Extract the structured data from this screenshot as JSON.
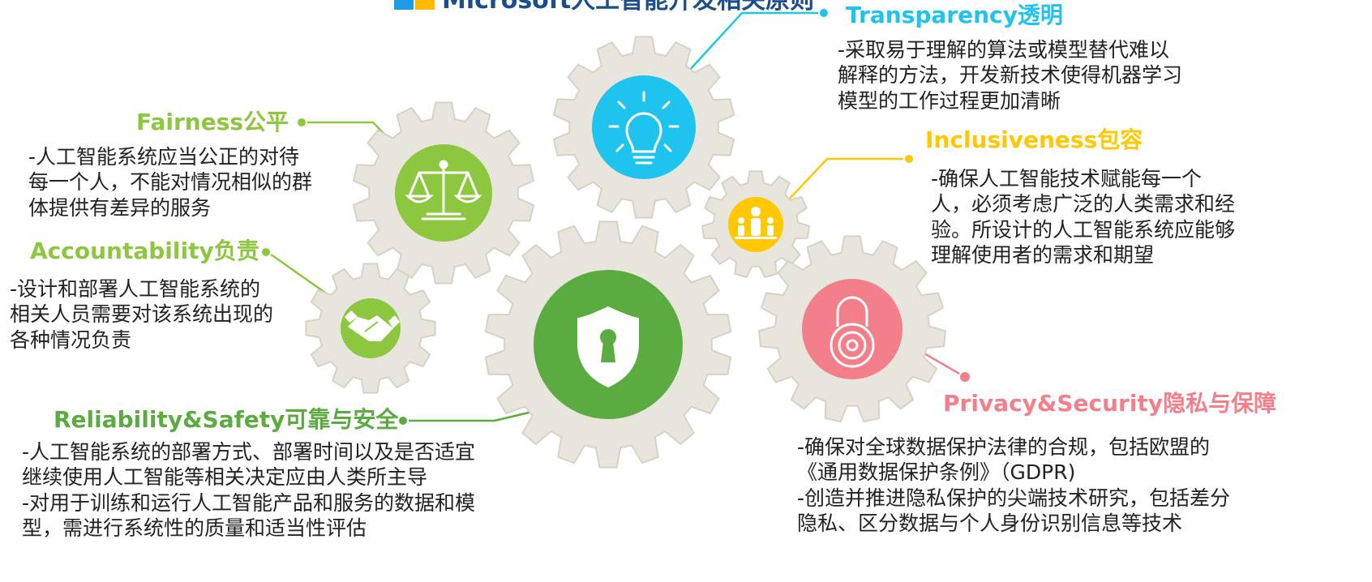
{
  "title": "Microsoft人工智能开发相关原则",
  "colors": {
    "gear": "#e8e5dd",
    "gear_edge": "#d6d2c7",
    "fairness": "#8dc63f",
    "transparency": "#1ec4ee",
    "inclusiveness": "#ffc800",
    "accountability": "#8dc63f",
    "reliability": "#5aab40",
    "privacy": "#f27f8a"
  },
  "principles": {
    "transparency": {
      "label": "Transparency透明",
      "desc": "-采取易于理解的算法或模型替代难以\n解释的方法，开发新技术使得机器学习\n模型的工作过程更加清晰",
      "icon": "lightbulb-icon"
    },
    "fairness": {
      "label": "Fairness公平",
      "desc": "-人工智能系统应当公正的对待\n每一个人，不能对情况相似的群\n体提供有差异的服务",
      "icon": "balance-scale-icon"
    },
    "inclusiveness": {
      "label": "Inclusiveness包容",
      "desc": "-确保人工智能技术赋能每一个\n人，必须考虑广泛的人类需求和经\n验。所设计的人工智能系统应能够\n理解使用者的需求和期望",
      "icon": "people-icon"
    },
    "accountability": {
      "label": "Accountability负责",
      "desc": "-设计和部署人工智能系统的\n相关人员需要对该系统出现的\n各种情况负责",
      "icon": "handshake-icon"
    },
    "reliability": {
      "label": "Reliability&Safety可靠与安全",
      "desc": "-人工智能系统的部署方式、部署时间以及是否适宜\n继续使用人工智能等相关决定应由人类所主导\n-对用于训练和运行人工智能产品和服务的数据和模\n型，需进行系统性的质量和适当性评估",
      "icon": "shield-keyhole-icon"
    },
    "privacy": {
      "label": "Privacy&Security隐私与保障",
      "desc": "-确保对全球数据保护法律的合规，包括欧盟的\n《通用数据保护条例》（GDPR)\n-创造并推进隐私保护的尖端技术研究，包括差分\n隐私、区分数据与个人身份识别信息等技术",
      "icon": "padlock-icon"
    }
  }
}
